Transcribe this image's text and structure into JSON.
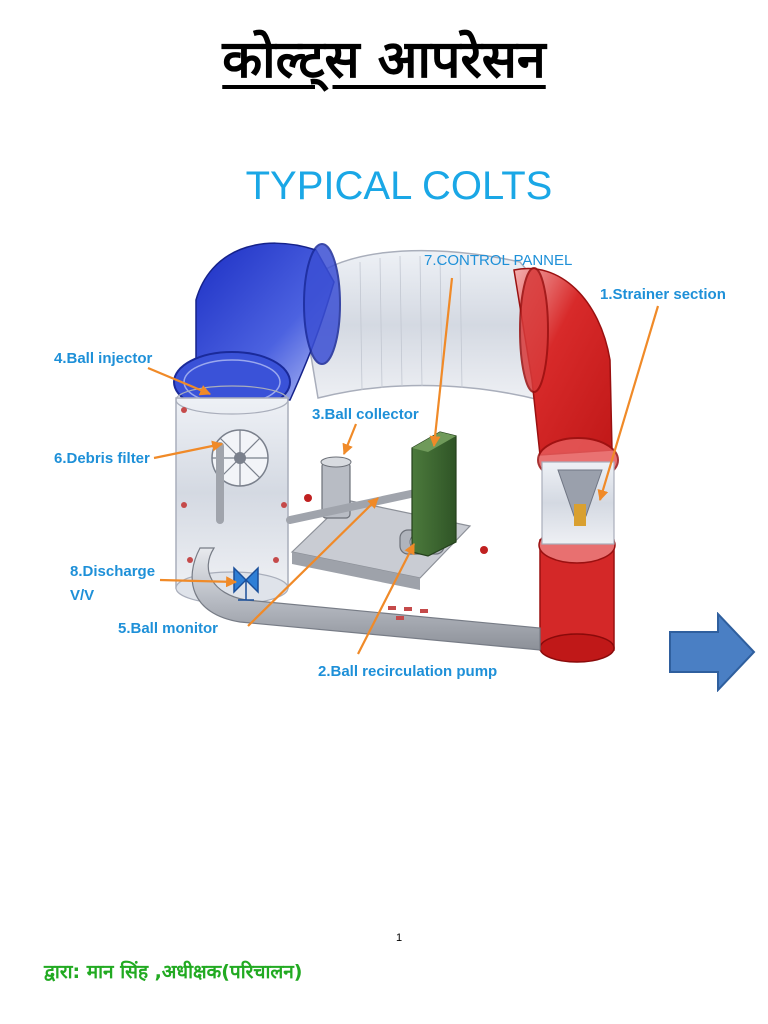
{
  "title": "कोल्ट्स आपरेसन",
  "subtitle": "TYPICAL COLTS",
  "labels": {
    "control_panel": "7.CONTROL PANNEL",
    "strainer": "1.Strainer section",
    "ball_injector": "4.Ball injector",
    "ball_collector": "3.Ball collector",
    "debris_filter": "6.Debris filter",
    "discharge_line1": "8.Discharge",
    "discharge_line2": "V/V",
    "ball_monitor": "5.Ball monitor",
    "recirculation_pump": "2.Ball recirculation pump"
  },
  "page_number": "1",
  "author": "द्वारा:  मान  सिंह  ,अधीक्षक(परिचालन)",
  "colors": {
    "title_text": "#000000",
    "subtitle_text": "#1aa7e6",
    "label_text": "#1e90d8",
    "pointer_arrow": "#f08a28",
    "inlet_pipe": "#2a3fd0",
    "outlet_pipe": "#d42020",
    "control_panel": "#3d6a30",
    "next_arrow": "#4a7fc4",
    "author_text": "#22aa22"
  },
  "icons": [
    "next-page-arrow-icon",
    "discharge-valve-icon"
  ]
}
